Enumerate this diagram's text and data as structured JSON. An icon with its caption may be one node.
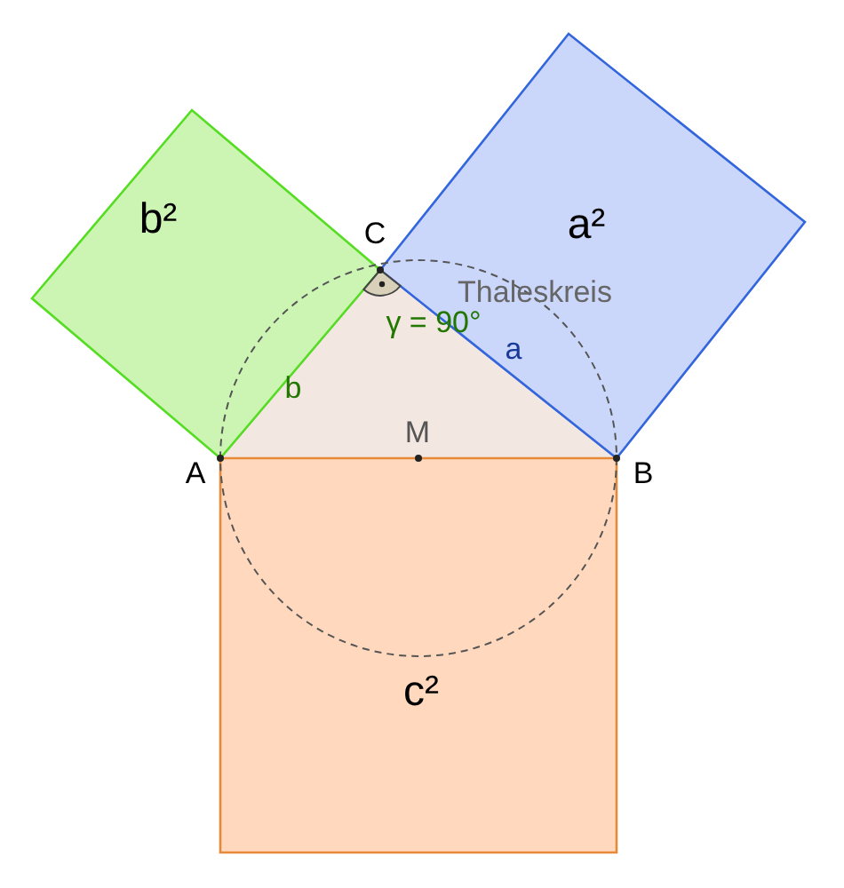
{
  "diagram": {
    "nodes": [
      {
        "text": [
          "b²"
        ]
      },
      {
        "text": [
          "a²"
        ]
      },
      {
        "text": [
          "c²"
        ]
      }
    ],
    "labels": [
      "C",
      "Thaleskreis",
      "γ = 90°",
      "b",
      "a",
      "A",
      "M",
      "B"
    ]
  }
}
